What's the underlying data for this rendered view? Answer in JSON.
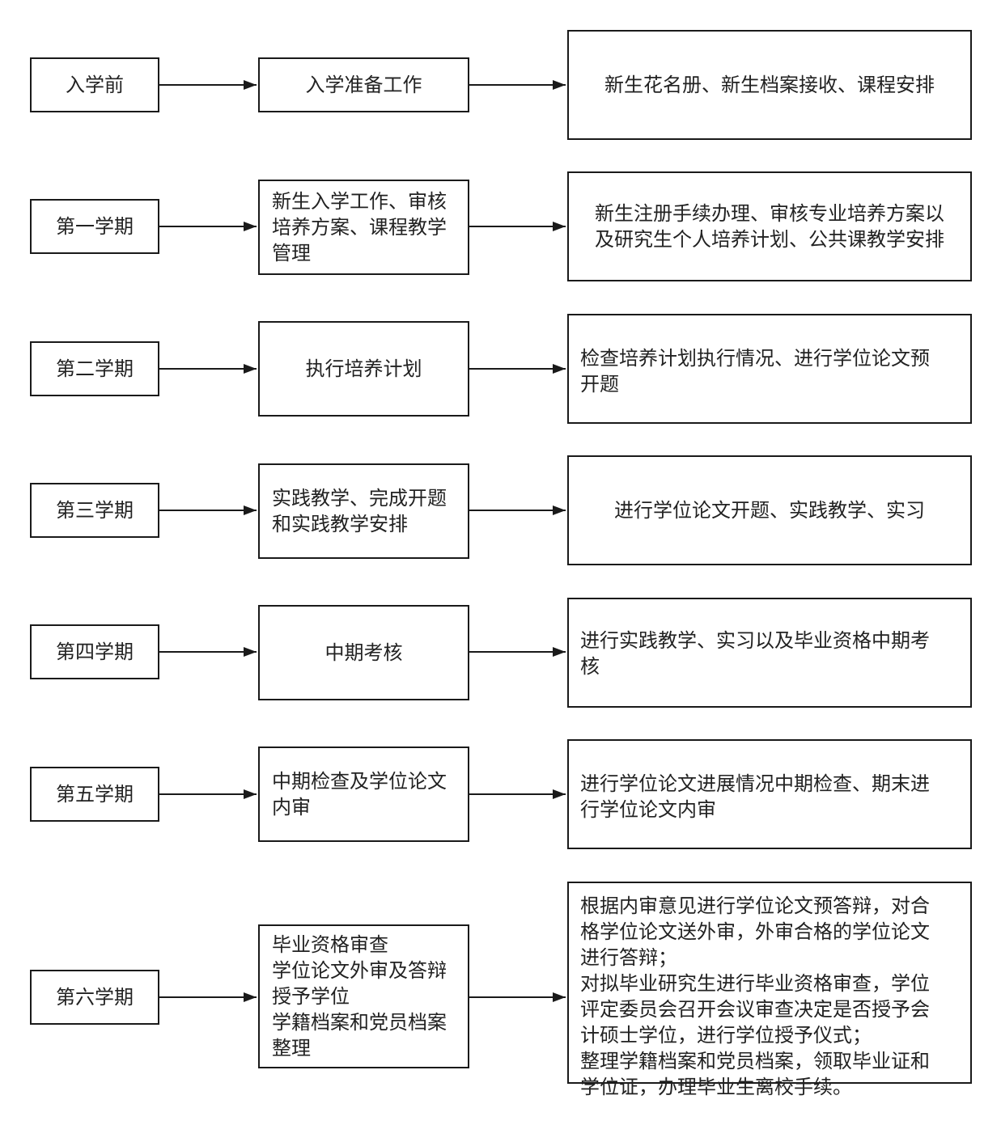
{
  "rows": [
    {
      "period": "入学前",
      "task": "入学准备工作",
      "detail": "新生花名册、新生档案接收、课程安排"
    },
    {
      "period": "第一学期",
      "task": "新生入学工作、审核\n培养方案、课程教学\n管理",
      "detail": "新生注册手续办理、审核专业培养方案以\n及研究生个人培养计划、公共课教学安排"
    },
    {
      "period": "第二学期",
      "task": "执行培养计划",
      "detail": "检查培养计划执行情况、进行学位论文预\n开题"
    },
    {
      "period": "第三学期",
      "task": "实践教学、完成开题\n和实践教学安排",
      "detail": "进行学位论文开题、实践教学、实习"
    },
    {
      "period": "第四学期",
      "task": "中期考核",
      "detail": "进行实践教学、实习以及毕业资格中期考\n核"
    },
    {
      "period": "第五学期",
      "task": "中期检查及学位论文\n内审",
      "detail": "进行学位论文进展情况中期检查、期末进\n行学位论文内审"
    },
    {
      "period": "第六学期",
      "task": "毕业资格审查\n学位论文外审及答辩\n授予学位\n学籍档案和党员档案\n整理",
      "detail": "根据内审意见进行学位论文预答辩，对合\n格学位论文送外审，外审合格的学位论文\n进行答辩；\n对拟毕业研究生进行毕业资格审查，学位\n评定委员会召开会议审查决定是否授予会\n计硕士学位，进行学位授予仪式；\n整理学籍档案和党员档案，领取毕业证和\n学位证，办理毕业生离校手续。"
    }
  ]
}
